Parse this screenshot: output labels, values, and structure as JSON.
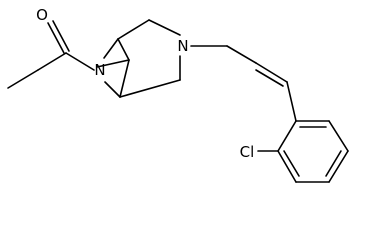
{
  "structure": {
    "atoms": {
      "oxygen": "O",
      "nitrogen_bridge": "N",
      "nitrogen_ring": "N",
      "chlorine": "Cl"
    }
  }
}
